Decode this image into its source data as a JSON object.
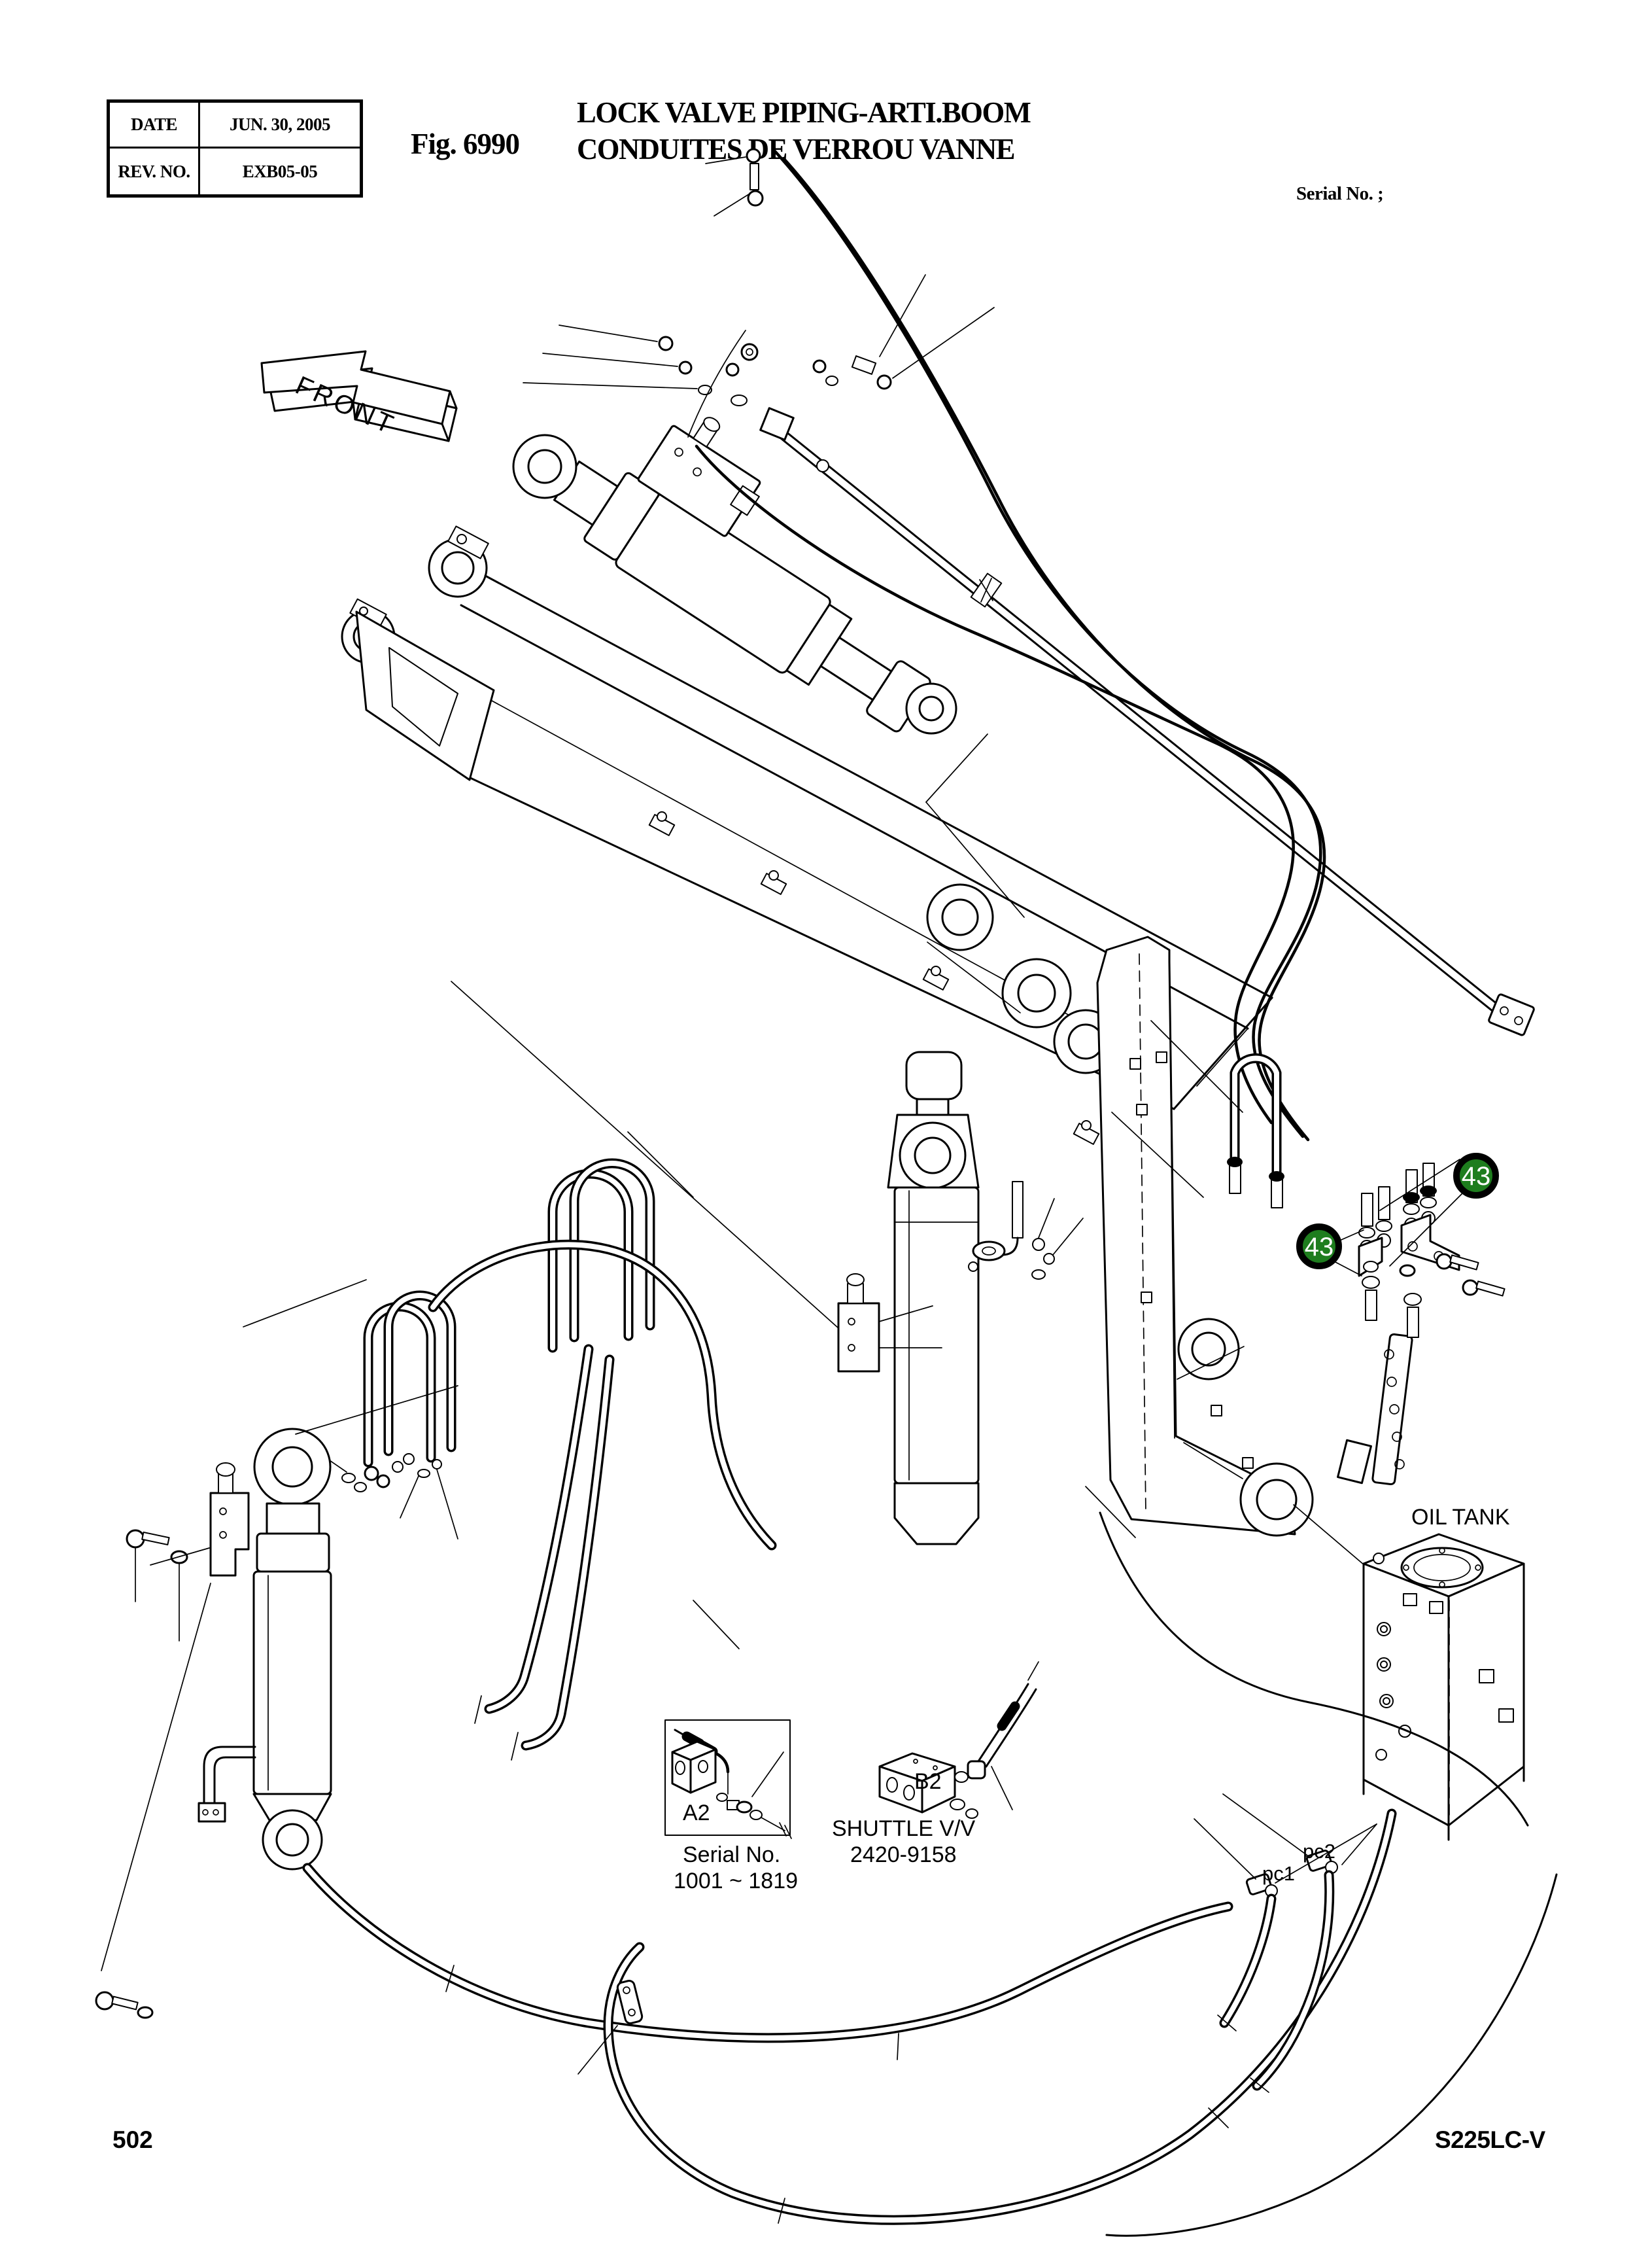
{
  "header": {
    "table": {
      "rows": [
        {
          "label": "DATE",
          "value": "JUN. 30, 2005"
        },
        {
          "label": "REV. NO.",
          "value": "EXB05-05"
        }
      ]
    },
    "figure_label": "Fig. 6990",
    "title_line1": "LOCK VALVE PIPING-ARTI.BOOM",
    "title_line2": "CONDUITES DE VERROU VANNE",
    "serial_note": "Serial No. ;"
  },
  "diagram": {
    "front_arrow_label": "FRONT",
    "callout_color": "#1e7d1e",
    "callouts": [
      {
        "number": "43"
      },
      {
        "number": "43"
      }
    ],
    "labels": {
      "oil_tank": "OIL TANK",
      "a2": "A2",
      "b2": "B2",
      "shuttle_line1": "SHUTTLE V/V",
      "shuttle_line2": "2420-9158",
      "inset_serial_line1": "Serial No.",
      "inset_serial_line2": "1001 ~ 1819",
      "pc1": "pc1",
      "pc2": "pc2"
    }
  },
  "footer": {
    "page_number": "502",
    "model": "S225LC-V"
  }
}
